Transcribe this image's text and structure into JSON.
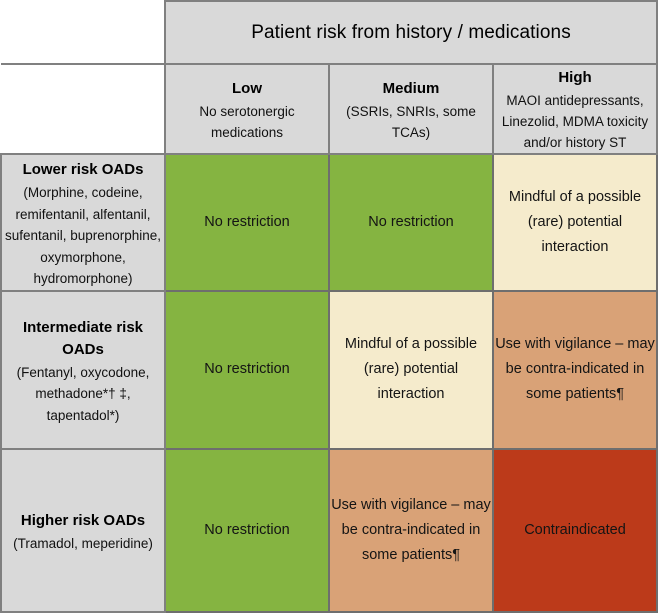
{
  "table": {
    "banner_title": "Patient risk from history / medications",
    "column_headers": [
      {
        "title": "Low",
        "subtitle": "No serotonergic medications"
      },
      {
        "title": "Medium",
        "subtitle": "(SSRIs, SNRIs, some TCAs)"
      },
      {
        "title": "High",
        "subtitle": "MAOI antidepressants, Linezolid, MDMA toxicity and/or history ST"
      }
    ],
    "row_headers": [
      {
        "title": "Lower risk OADs",
        "subtitle": "(Morphine, codeine, remifentanil, alfentanil, sufentanil, buprenorphine, oxymorphone, hydromorphone)"
      },
      {
        "title": "Intermediate risk OADs",
        "subtitle": "(Fentanyl, oxycodone, methadone*† ‡, tapentadol*)"
      },
      {
        "title": "Higher risk OADs",
        "subtitle": "(Tramadol, meperidine)"
      }
    ],
    "rows": [
      {
        "cells": [
          {
            "text": "No restriction",
            "level": "green"
          },
          {
            "text": "No restriction",
            "level": "green"
          },
          {
            "text": "Mindful of a possible (rare) potential interaction",
            "level": "cream"
          }
        ]
      },
      {
        "cells": [
          {
            "text": "No restriction",
            "level": "green"
          },
          {
            "text": "Mindful of a possible (rare) potential interaction",
            "level": "cream"
          },
          {
            "text": "Use with vigilance – may be contra-indicated in some patients¶",
            "level": "orange"
          }
        ]
      },
      {
        "cells": [
          {
            "text": "No restriction",
            "level": "green"
          },
          {
            "text": "Use with vigilance – may be contra-indicated in some patients¶",
            "level": "orange"
          },
          {
            "text": "Contraindicated",
            "level": "red"
          }
        ]
      }
    ]
  },
  "colors": {
    "green": "#85b441",
    "cream": "#f5ebcc",
    "orange": "#d9a277",
    "red": "#bc3a1a",
    "header_gray": "#d9d9d9",
    "border": "#808080"
  }
}
